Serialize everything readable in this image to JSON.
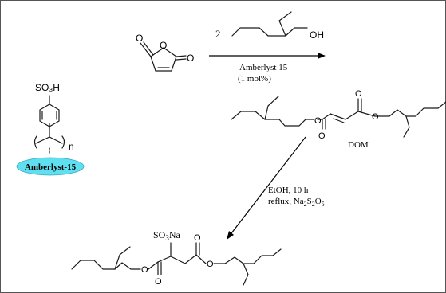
{
  "reagents": {
    "coefficient": "2",
    "hydroxyl": "OH"
  },
  "atoms": {
    "oxygen": "O"
  },
  "step1": {
    "catalyst": "Amberlyst 15",
    "loading": "(1 mol%)"
  },
  "catalyst_structure": {
    "sulfonic_group": "SO₃H",
    "repeat_index": "n",
    "badge_label": "Amberlyst-15",
    "badge_color": "#5fe0f0"
  },
  "intermediate": {
    "label": "DOM"
  },
  "step2": {
    "conditions_line1": "EtOH, 10 h",
    "conditions_line2_prefix": "reflux, Na",
    "sub_2a": "2",
    "mid_s": "S",
    "sub_2b": "2",
    "mid_o": "O",
    "sub_5": "5"
  },
  "product": {
    "group_prefix": "SO",
    "group_sub": "3",
    "group_suffix": "Na"
  },
  "colors": {
    "ester_oxygen_red": "#e02020",
    "product_ch_blue": "#2a3cff",
    "border": "#555555"
  }
}
